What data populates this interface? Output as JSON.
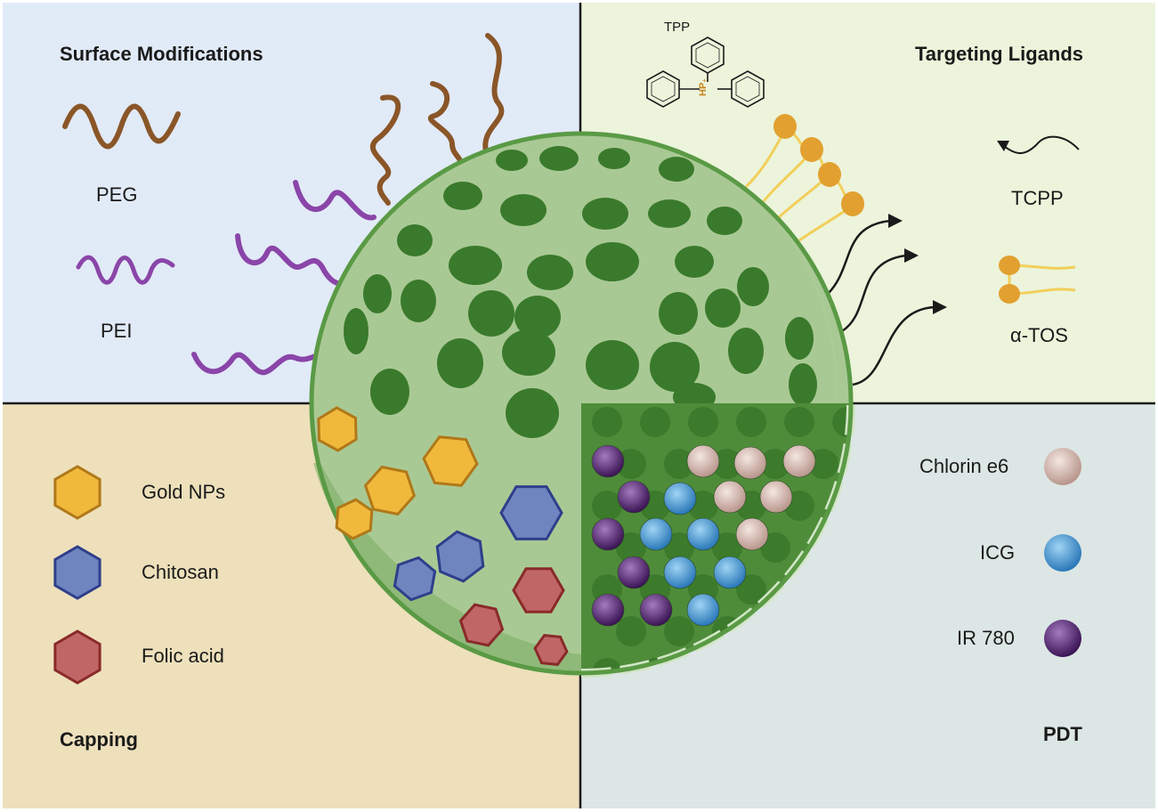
{
  "quadrants": {
    "top_left": {
      "title": "Surface Modifications",
      "items": [
        "PEG",
        "PEI"
      ]
    },
    "top_right": {
      "title": "Targeting Ligands",
      "items": [
        "TPP",
        "TCPP",
        "α-TOS"
      ]
    },
    "bottom_left": {
      "title": "Capping",
      "items": [
        "Gold NPs",
        "Chitosan",
        "Folic acid"
      ]
    },
    "bottom_right": {
      "title": "PDT",
      "items": [
        "Chlorin e6",
        "ICG",
        "IR 780"
      ]
    }
  },
  "molecule": {
    "charge_label": "HP",
    "charge_sign": "+"
  },
  "colors": {
    "surface_bg": "#e1eaf7",
    "targeting_bg": "#ecf4db",
    "capping_bg": "#ede0bb",
    "pdt_bg": "#dce6e4",
    "sphere": "#a9c994",
    "sphere_dots": "#3a7a2c",
    "peg": "#8a5628",
    "pei": "#8a45a8",
    "gold": "#f0b93c",
    "chitosan": "#6f85c0",
    "folic": "#c06666",
    "chlorin": "#d8bcb4",
    "icg": "#4fa0d8",
    "ir780": "#5a2a78",
    "lipid": "#e2a030"
  }
}
